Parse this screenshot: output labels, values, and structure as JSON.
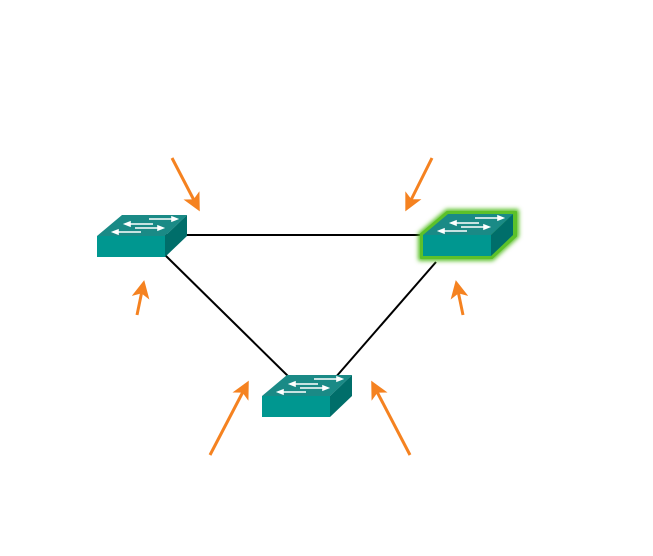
{
  "diagram": {
    "colors": {
      "background": "#ffffff",
      "link": "#000000",
      "arrow": "#f58220",
      "switch_front": "#009790",
      "switch_top": "#1a8a86",
      "switch_side": "#006e6a",
      "highlight": "#5cc12a"
    },
    "switches": [
      {
        "id": "switch-left",
        "highlighted": false
      },
      {
        "id": "switch-right",
        "highlighted": true
      },
      {
        "id": "switch-bottom",
        "highlighted": false
      }
    ],
    "links": [
      {
        "from": "switch-left",
        "to": "switch-right"
      },
      {
        "from": "switch-left",
        "to": "switch-bottom"
      },
      {
        "from": "switch-right",
        "to": "switch-bottom"
      }
    ],
    "arrow_count": 6
  }
}
